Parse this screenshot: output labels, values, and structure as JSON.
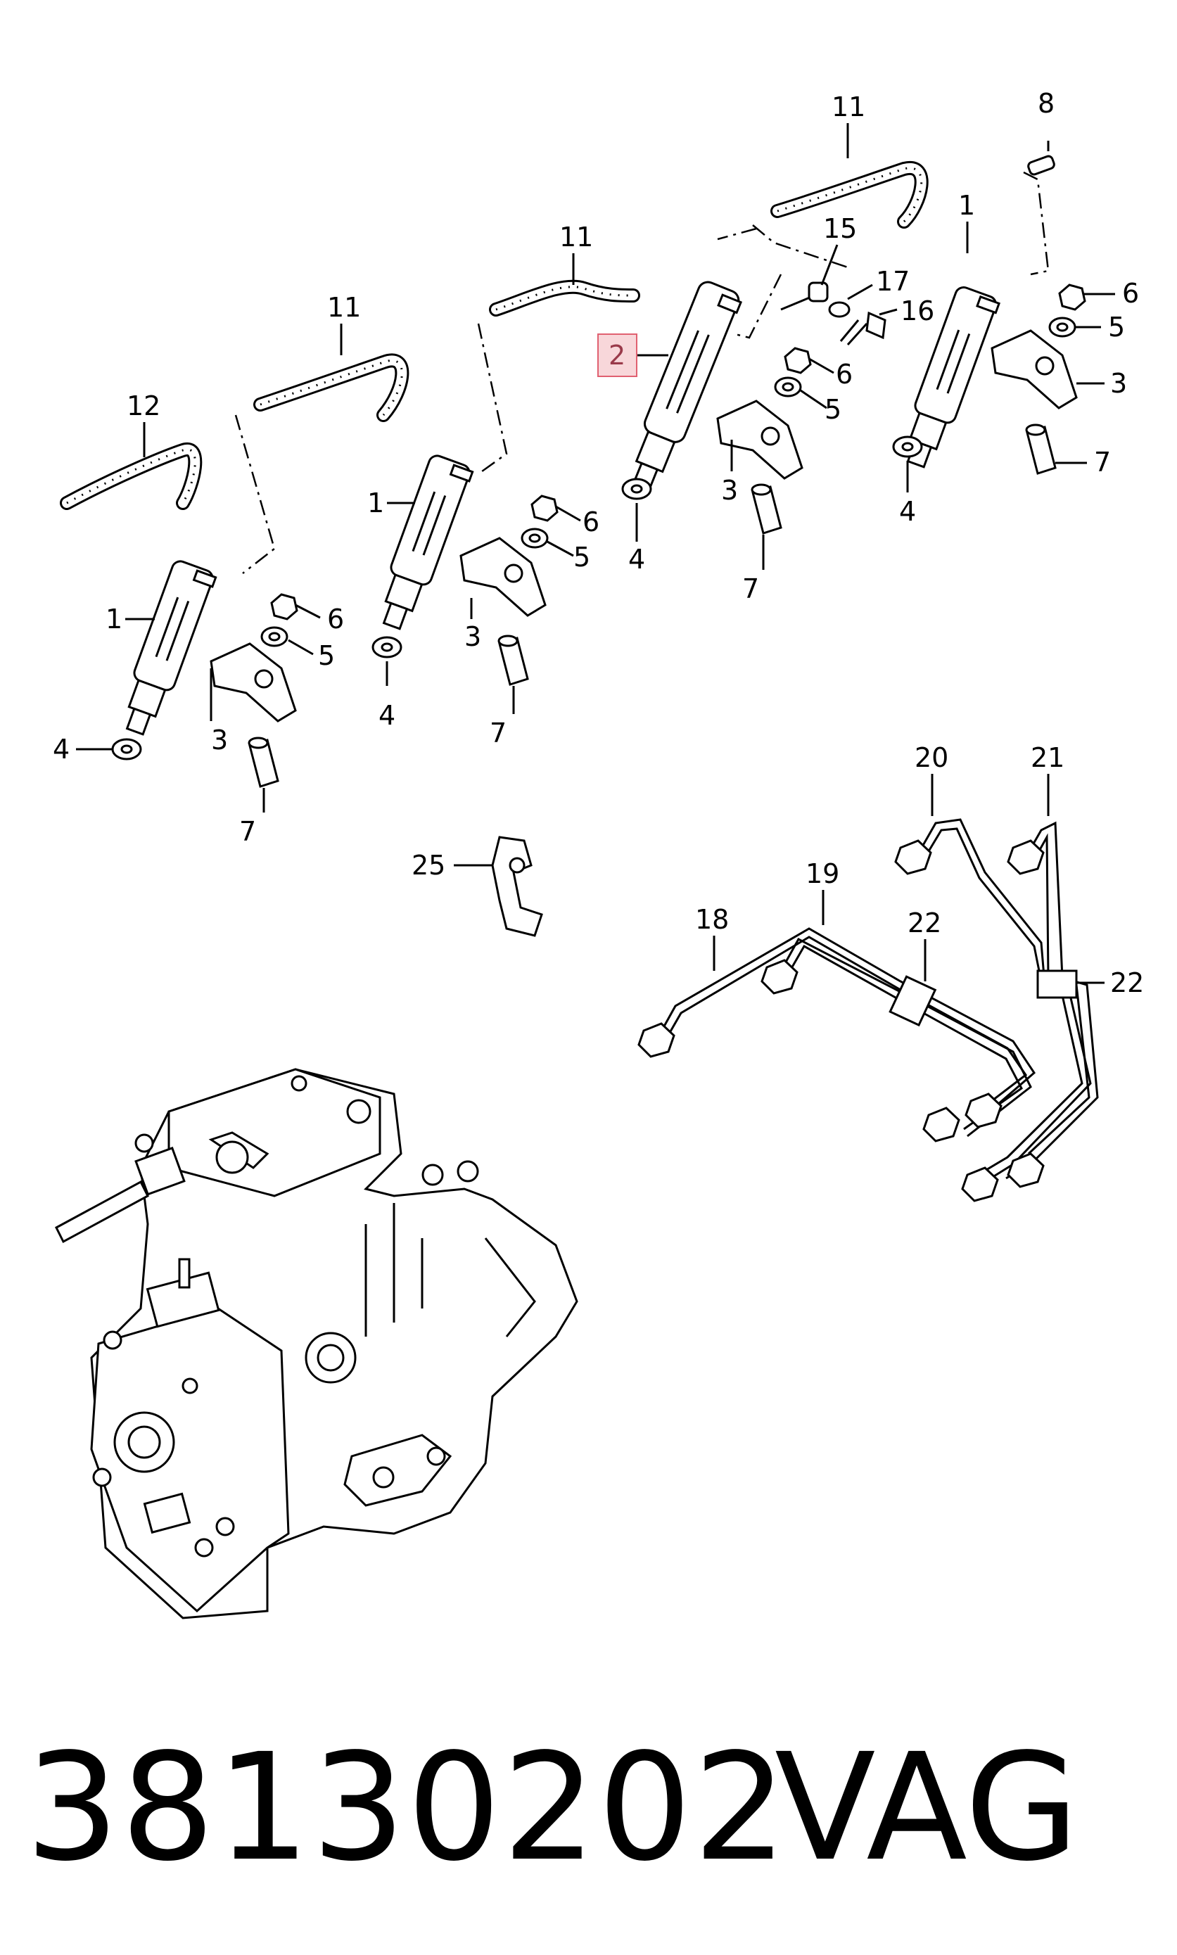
{
  "diagram": {
    "highlight_color": "#f8d7da",
    "highlight_border": "#e06070",
    "callouts": {
      "c1a": "1",
      "c1b": "1",
      "c1c": "1",
      "c2": "2",
      "c3a": "3",
      "c3b": "3",
      "c3c": "3",
      "c3d": "3",
      "c4a": "4",
      "c4b": "4",
      "c4c": "4",
      "c4d": "4",
      "c5a": "5",
      "c5b": "5",
      "c5c": "5",
      "c5d": "5",
      "c6a": "6",
      "c6b": "6",
      "c6c": "6",
      "c6d": "6",
      "c7a": "7",
      "c7b": "7",
      "c7c": "7",
      "c7d": "7",
      "c8": "8",
      "c11a": "11",
      "c11b": "11",
      "c11c": "11",
      "c12": "12",
      "c15": "15",
      "c16": "16",
      "c17": "17",
      "c18": "18",
      "c19": "19",
      "c20": "20",
      "c21": "21",
      "c22a": "22",
      "c22b": "22",
      "c25": "25"
    }
  },
  "footer": {
    "part_number": "38130202",
    "brand": "VAG"
  }
}
